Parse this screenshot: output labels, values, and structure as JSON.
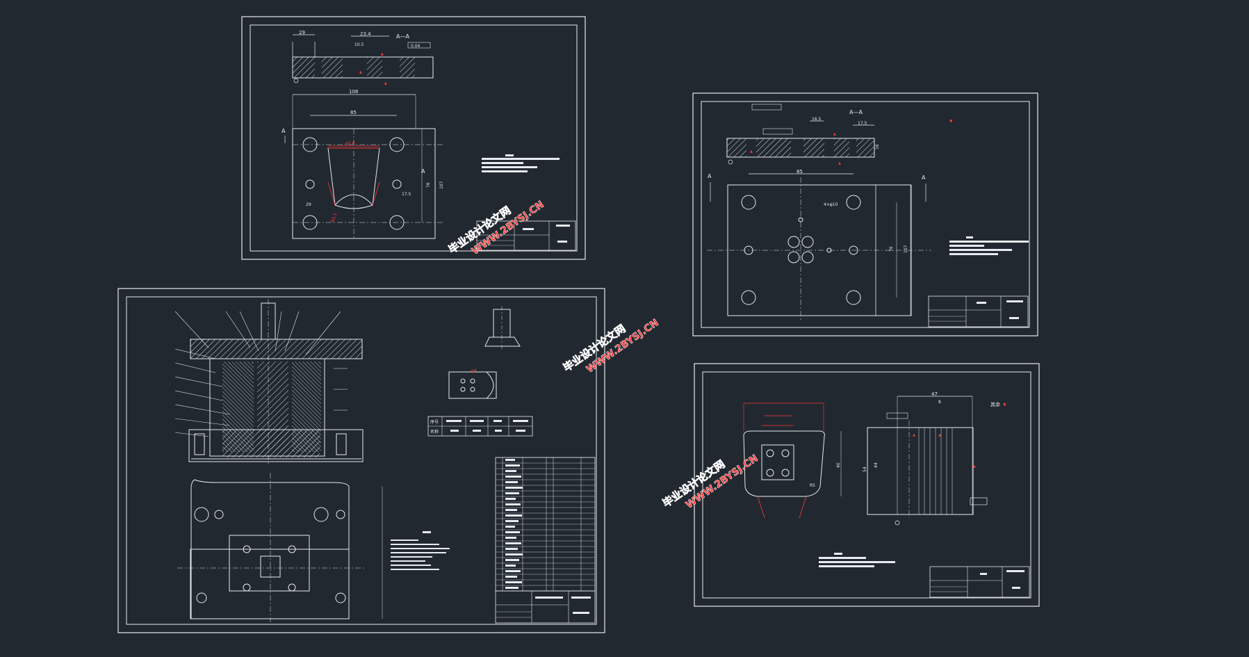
{
  "sheet1": {
    "view_label_left": "A",
    "view_label_right": "A",
    "section_label": "A—A",
    "dims": {
      "width_top": "29",
      "hole_dia": "23.4",
      "sub": "10.5",
      "tol": "0.04",
      "overall_width": "108",
      "pitch": "85",
      "height": "107",
      "inner_h": "76",
      "dist": "17.5",
      "left_off": "29"
    }
  },
  "sheet2": {
    "view_label_left": "A",
    "view_label_right": "A",
    "section_label": "A—A",
    "dims": {
      "d1": "16.5",
      "d2": "17.5",
      "overall_width": "85",
      "height": "107",
      "inner_h": "76",
      "thick": "16",
      "holes": "4×φ10"
    }
  },
  "sheet4": {
    "dims": {
      "top": "47",
      "sub": "8",
      "h1": "44",
      "h2": "54",
      "w": "40",
      "r": "R5"
    },
    "note": "其余"
  },
  "assembly": {
    "legend_rows": [
      {
        "label": "序号"
      },
      {
        "label": "名称"
      }
    ]
  },
  "watermark": {
    "cn": "毕业设计论文网",
    "url": "WWW.2BYSJ.CN"
  }
}
